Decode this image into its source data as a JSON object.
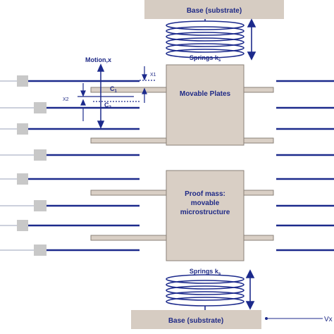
{
  "labels": {
    "base_top": "Base (substrate)",
    "base_bottom": "Base (substrate)",
    "springs_top": "Springs k",
    "springs_top_sub": "s",
    "springs_bottom": "Springs k",
    "springs_bottom_sub": "s",
    "motion": "Motion,x",
    "x1": "X1",
    "x2": "X2",
    "c1": "C",
    "c1_sub": "1",
    "c2": "C",
    "c2_sub": "2",
    "movable_plates": "Movable Plates",
    "proof_mass_line1": "Proof mass:",
    "proof_mass_line2": "movable",
    "proof_mass_line3": "microstructure",
    "vx": "Vx"
  },
  "colors": {
    "substrate_fill": "#d6ccc2",
    "mass_fill": "#d9cfc5",
    "mass_stroke": "#8a8178",
    "line_blue": "#1c2a8c",
    "anchor_gray": "#c8c8c8",
    "text": "#1f2a86"
  }
}
